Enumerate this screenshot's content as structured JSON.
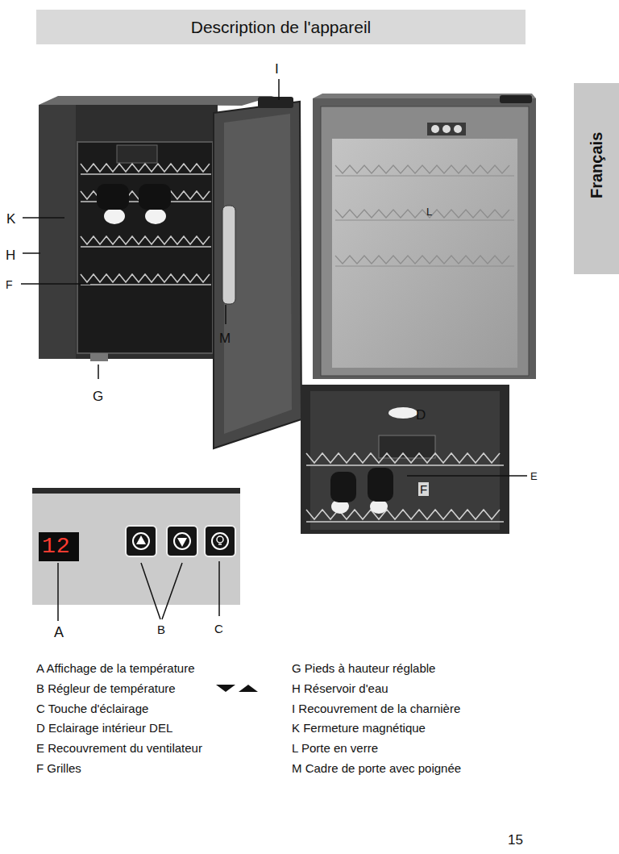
{
  "diagram": {
    "title": "Description de l'appareil",
    "labels": [
      "Français",
      "I",
      "K",
      "H",
      "F",
      "G",
      "M",
      "L",
      "D",
      "E",
      "F",
      "12",
      "A",
      "B",
      "C",
      "A Affichage de la température",
      "B Régleur de température",
      "C Touche d'éclairage",
      "D Eclairage intérieur DEL",
      "E Recouvrement du ventilateur",
      "F Grilles",
      "G Pieds à hauteur réglable",
      "H Réservoir d'eau",
      "I Recouvrement de la charnière",
      "K Fermeture magnétique",
      "L Porte en verre",
      "M Cadre de porte avec poignée",
      "15"
    ]
  }
}
